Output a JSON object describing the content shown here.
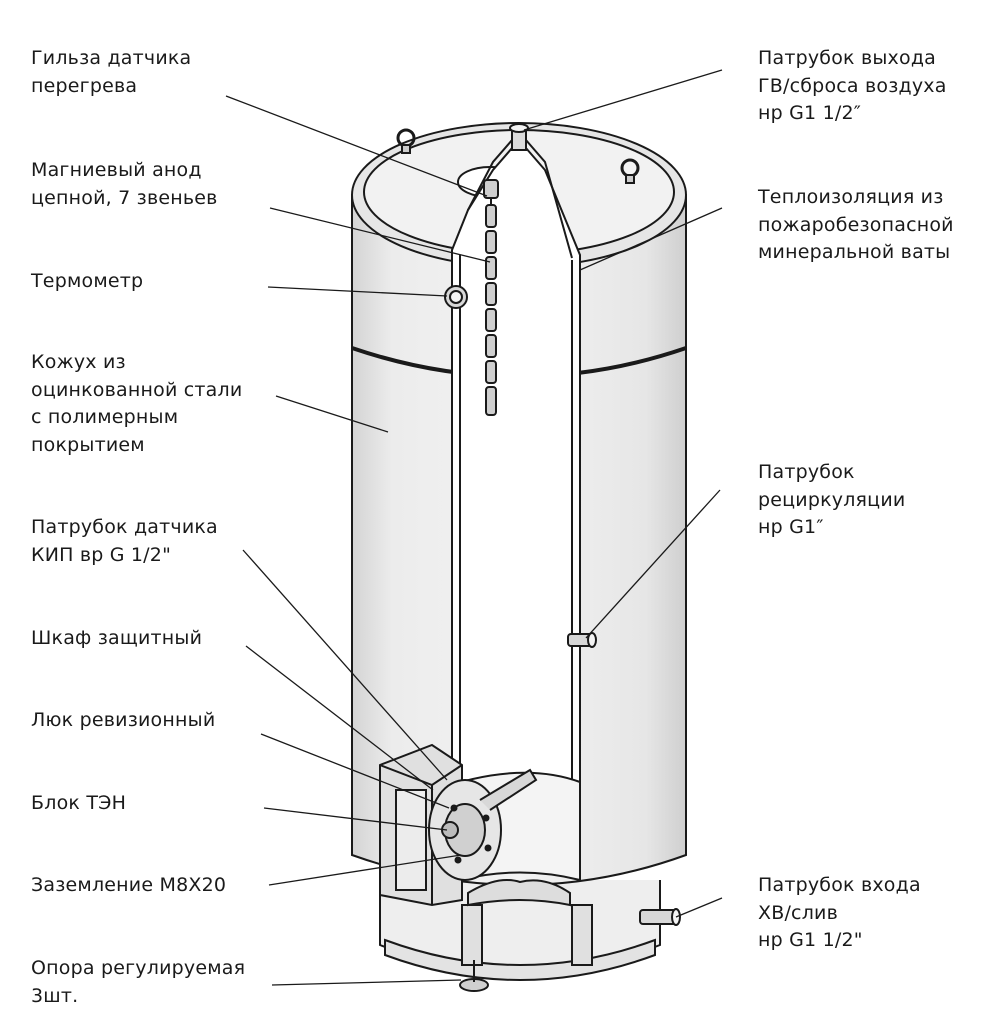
{
  "labels": {
    "sensor_sleeve": [
      "Гильза датчика",
      "перегрева"
    ],
    "anode": [
      "Магниевый анод",
      "цепной, 7 звеньев"
    ],
    "thermometer": [
      "Термометр"
    ],
    "casing": [
      "Кожух из",
      "оцинкованной стали",
      "с полимерным",
      "покрытием"
    ],
    "kip_port": [
      "Патрубок датчика",
      "КИП вр G 1/2\""
    ],
    "cabinet": [
      "Шкаф защитный"
    ],
    "hatch": [
      "Люк ревизионный"
    ],
    "heater": [
      "Блок ТЭН"
    ],
    "ground": [
      "Заземление М8Х20"
    ],
    "support": [
      "Опора регулируемая",
      "3шт."
    ],
    "hot_outlet": [
      "Патрубок выхода",
      "ГВ/сброса воздуха",
      "нр G1 1/2″"
    ],
    "insulation": [
      "Теплоизоляция из",
      "пожаробезопасной",
      "минеральной ваты"
    ],
    "recirc": [
      "Патрубок",
      "рециркуляции",
      "нр G1″"
    ],
    "cold_inlet": [
      "Патрубок входа",
      "ХВ/слив",
      "нр G1 1/2\""
    ]
  },
  "colors": {
    "line": "#1a1a1a",
    "shell_fill": "#e9e9e9",
    "inner_fill": "#ffffff",
    "lid_fill": "#dedede"
  }
}
